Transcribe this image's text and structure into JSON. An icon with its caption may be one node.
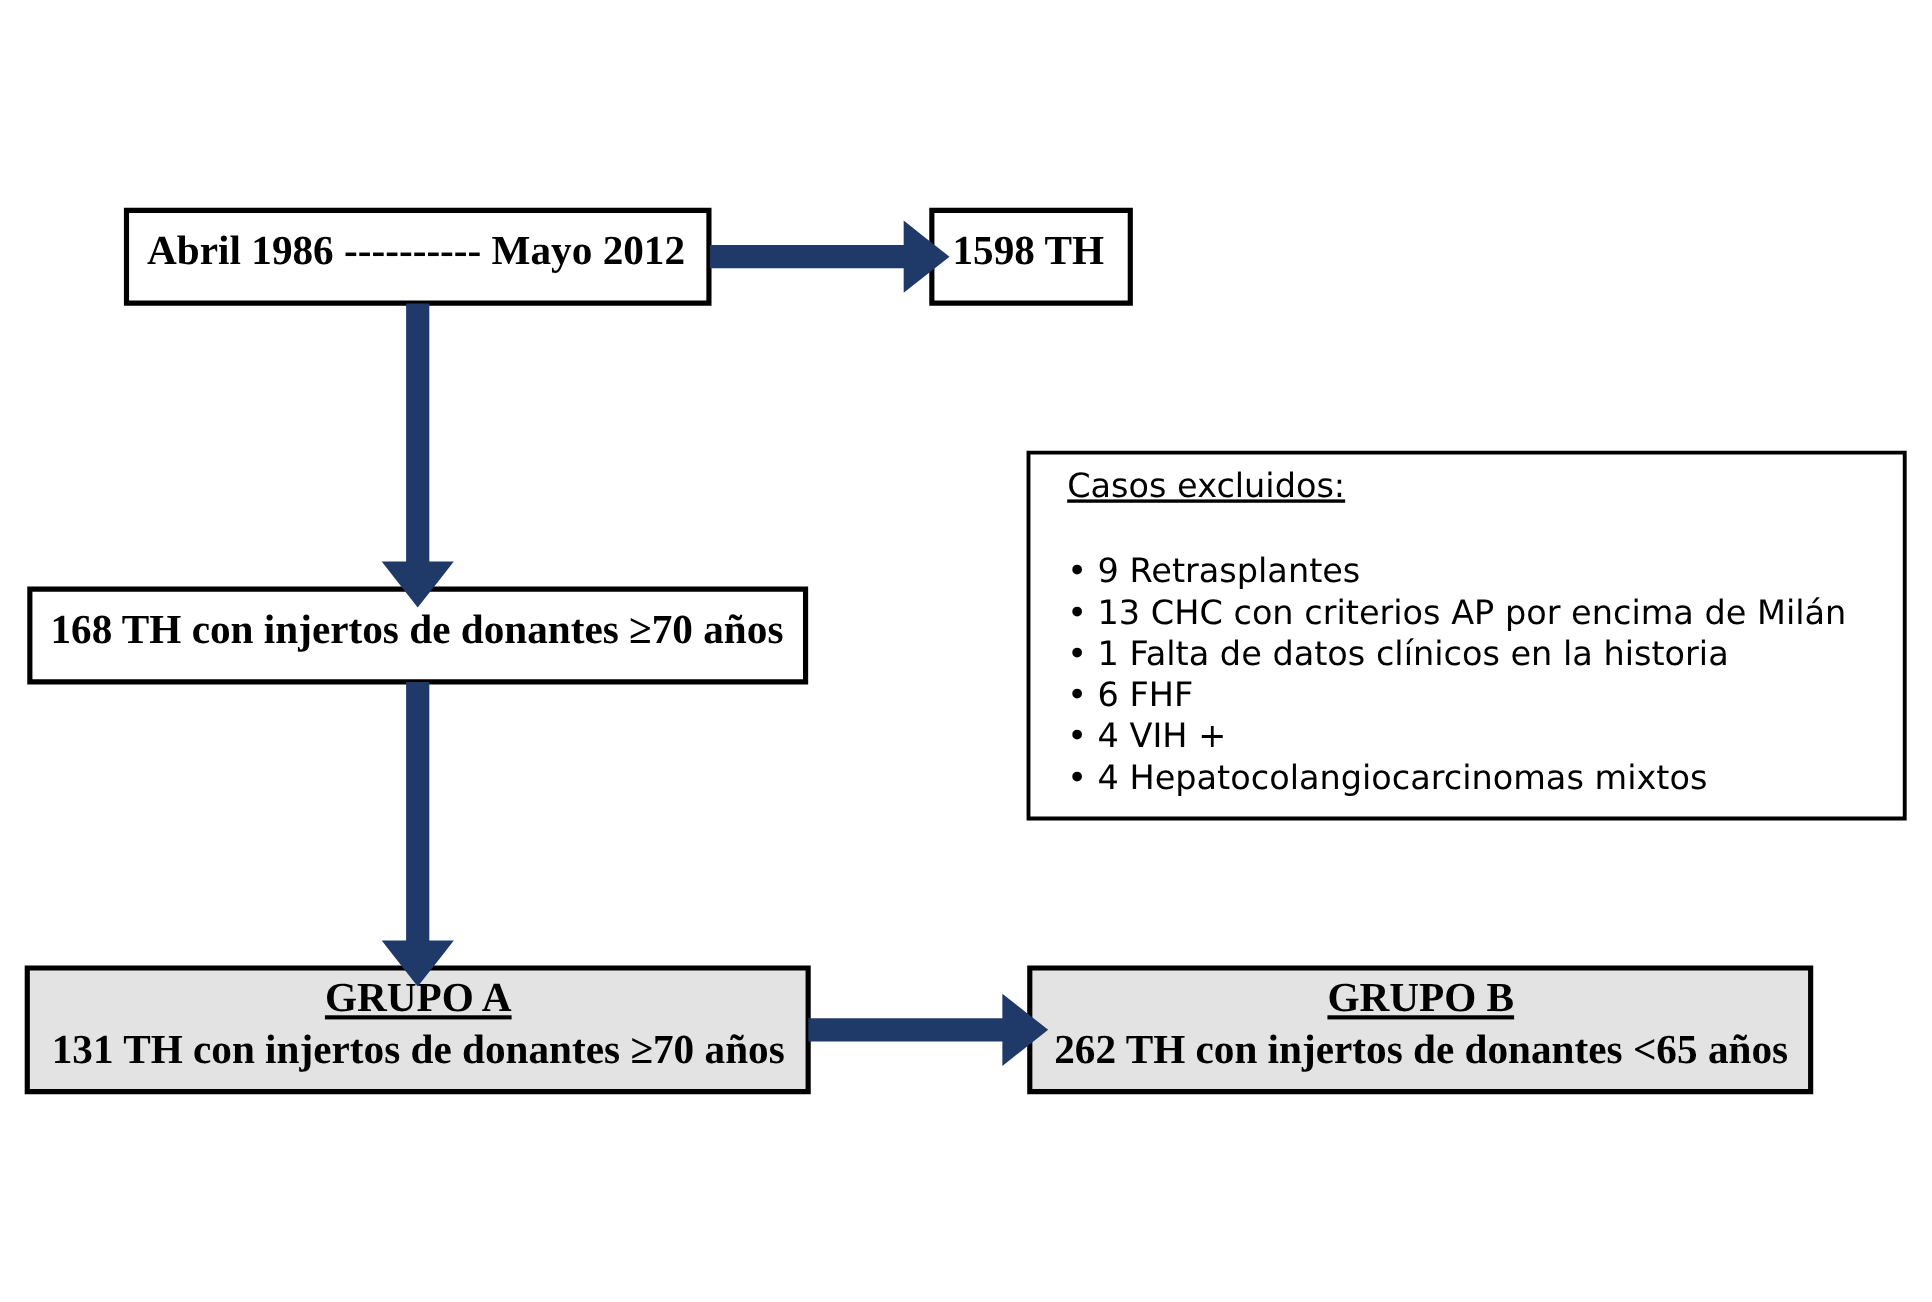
{
  "diagram": {
    "nodes": [
      {
        "text": [
          "Abril 1986 ---------- Mayo 2012"
        ]
      },
      {
        "text": [
          "1598 TH"
        ]
      },
      {
        "text": [
          "168 TH con injertos de donantes ≥70 años"
        ]
      },
      {
        "text": [
          "Casos excluidos:",
          "• 9 Retrasplantes",
          "• 13 CHC con criterios AP por encima de Milán",
          "• 1 Falta de datos clínicos en la historia",
          "• 6 FHF",
          "• 4 VIH +",
          "• 4 Hepatocolangiocarcinomas mixtos"
        ]
      },
      {
        "text": [
          "GRUPO A",
          "131 TH con injertos de donantes ≥70 años"
        ]
      },
      {
        "text": [
          "GRUPO B",
          "262 TH con injertos de donantes <65 años"
        ]
      }
    ],
    "edges": [
      {
        "from": 0,
        "to": 1,
        "arrow": "to"
      },
      {
        "from": 0,
        "to": 2,
        "arrow": "to"
      },
      {
        "from": 2,
        "to": 4,
        "arrow": "to"
      },
      {
        "from": 4,
        "to": 5,
        "arrow": "to"
      }
    ]
  }
}
